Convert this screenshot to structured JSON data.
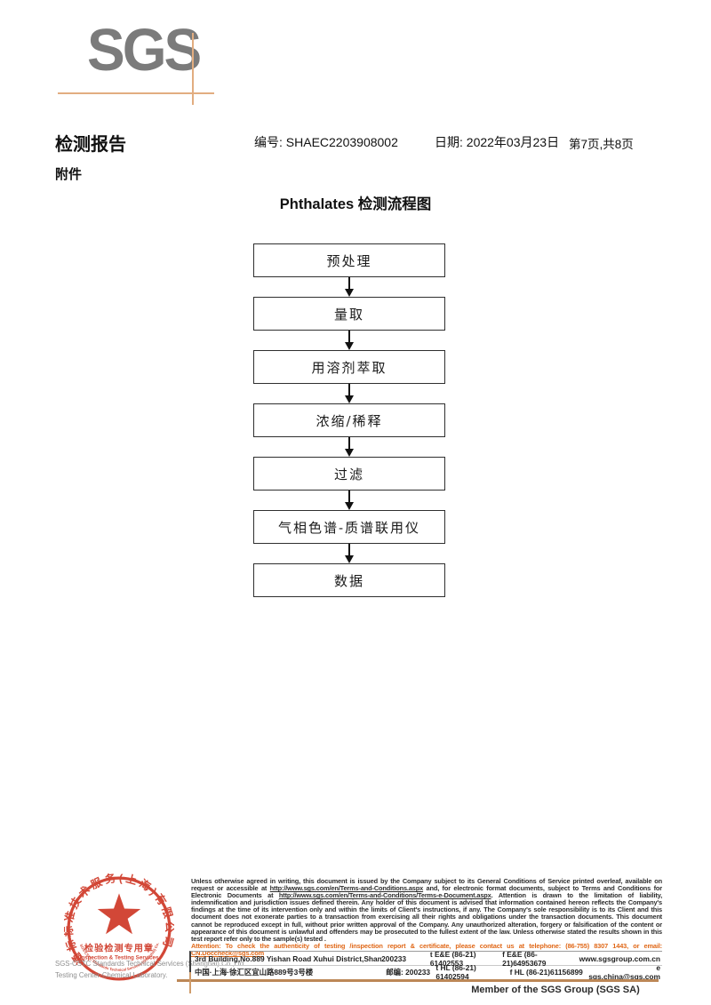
{
  "logo": {
    "text": "SGS"
  },
  "header": {
    "report_title": "检测报告",
    "report_no": "编号: SHAEC2203908002",
    "date": "日期: 2022年03月23日",
    "page_info": "第7页,共8页",
    "attachment": "附件"
  },
  "flowchart": {
    "title": "Phthalates 检测流程图",
    "steps": [
      "预处理",
      "量取",
      "用溶剂萃取",
      "浓缩/稀释",
      "过滤",
      "气相色谱-质谱联用仪",
      "数据"
    ]
  },
  "stamp": {
    "ring_text": "通标标准技术服务(上海)有限公司",
    "bottom_arc_text": "SGS-CSTC Standards Technical Services (Shanghai) Co.,Ltd.",
    "center_line1": "检验检测专用章",
    "center_line2": "Inspection & Testing Services"
  },
  "company": {
    "line1": "SGS-CSTC Standards Technical Services (Shanghai) Co.,Ltd.",
    "line2": "Testing Center-Chemical Laboratory."
  },
  "disclaimer": {
    "part1": "Unless otherwise agreed in writing, this document is issued by the Company subject to its General Conditions of Service printed overleaf, available on request or accessible at ",
    "url1": "http://www.sgs.com/en/Terms-and-Conditions.aspx",
    "part2": " and, for electronic format documents, subject to Terms and Conditions for Electronic Documents at ",
    "url2": "http://www.sgs.com/en/Terms-and-Conditions/Terms-e-Document.aspx",
    "part3": ". Attention is drawn to the limitation of liability, indemnification and jurisdiction issues defined therein. Any holder of this document is advised that information contained hereon reflects the Company's findings at the time of its intervention only and within the limits of Client's instructions, if any. The Company's sole responsibility is to its Client and this document does not exonerate parties to a transaction from exercising all their rights and obligations under the transaction documents. This document cannot be reproduced except in full, without prior written approval of the Company. Any unauthorized alteration, forgery or falsification of the content or appearance of this document is unlawful and offenders may be prosecuted to the fullest extent of the law. Unless otherwise stated the results shown in this test report refer only to the sample(s) tested .",
    "attention_pre": "Attention: To check the authenticity of testing /inspection report & certificate, please contact us at telephone: (86-755) 8307 1443, or email: ",
    "attention_email": "CN.Doccheck@sgs.com"
  },
  "address": {
    "en_address": "3rd Building,No.889 Yishan Road Xuhui District,Shanghai China",
    "en_postcode": "200233",
    "en_tel": "t E&E (86-21) 61402553",
    "en_fax": "f E&E (86-21)64953679",
    "website": "www.sgsgroup.com.cn",
    "cn_address": "中国·上海·徐汇区宜山路889号3号楼",
    "cn_postcode": "邮编: 200233",
    "cn_tel": "t HL (86-21) 61402594",
    "cn_fax": "f HL (86-21)61156899",
    "email": "e sgs.china@sgs.com"
  },
  "footer": {
    "member_text": "Member of the SGS Group (SGS SA)"
  },
  "colors": {
    "logo_gray": "#7b7b7b",
    "crosshair_orange": "#e2ad80",
    "bottom_line_orange": "#bc8756",
    "stamp_red": "#cf3a28",
    "attention_orange": "#e06818"
  }
}
